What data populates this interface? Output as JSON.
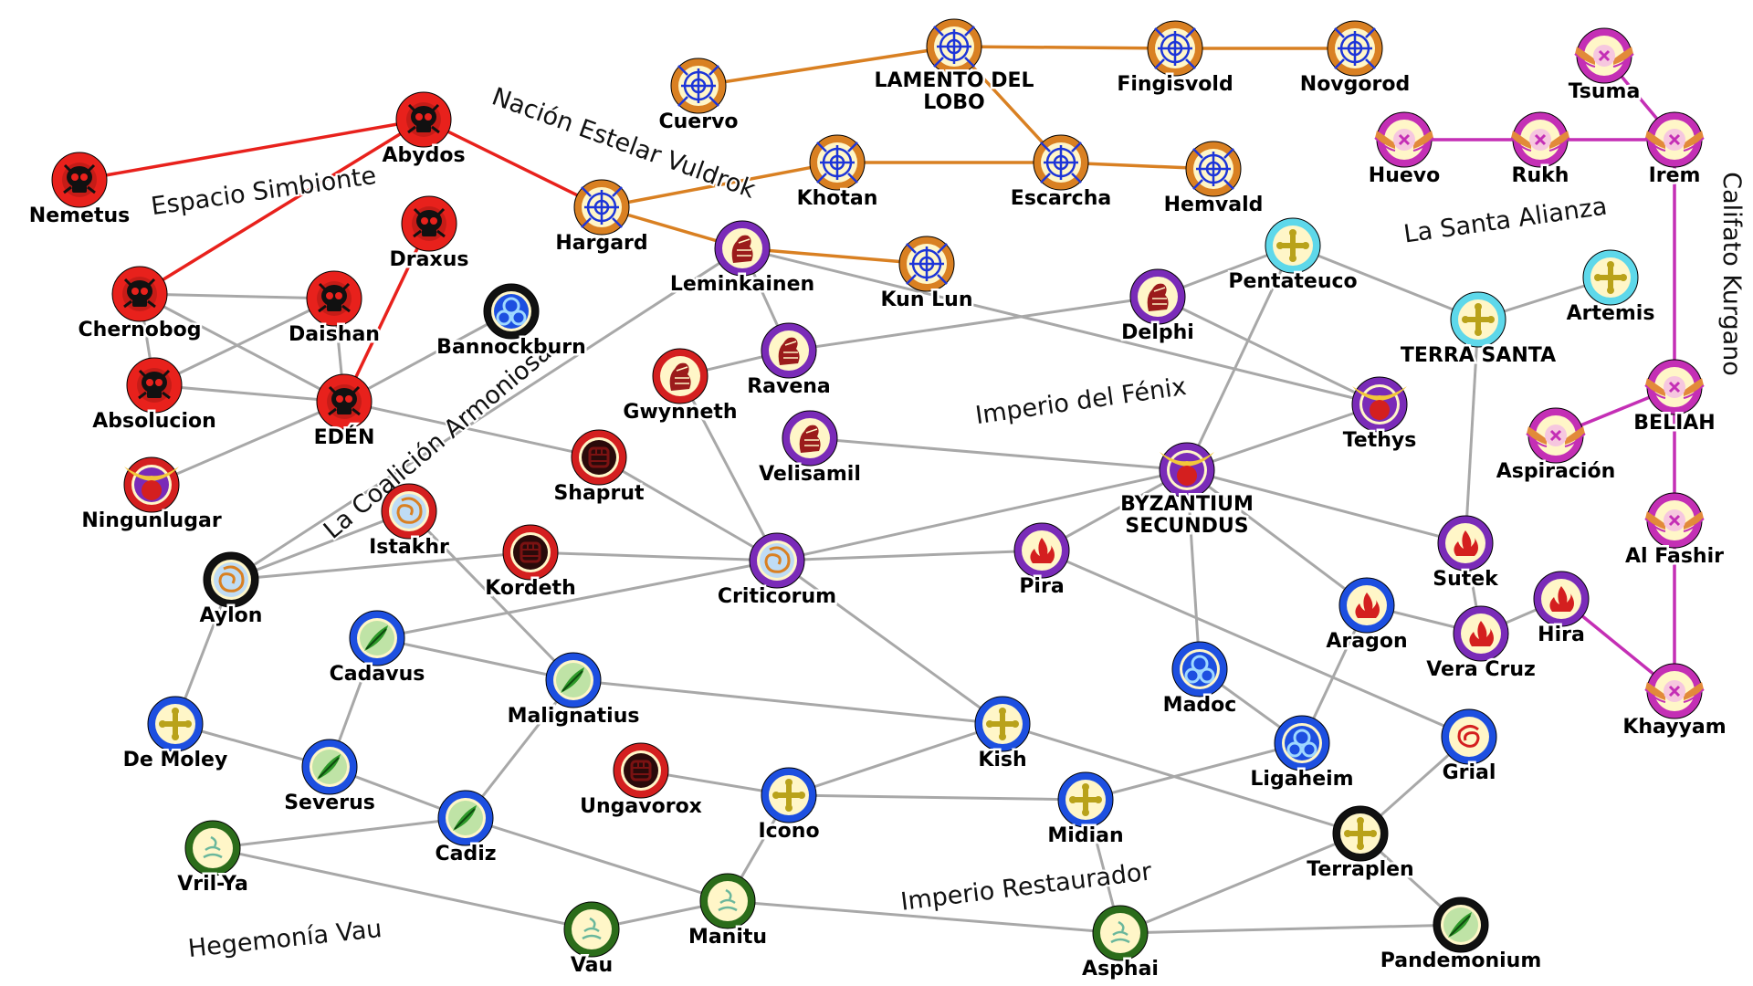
{
  "colors": {
    "simbionte": "#e8211c",
    "vuldrok": "#d98022",
    "kurgano": "#c42fb5",
    "fenix": "#7a2bb8",
    "santa_fenix": "#d41f1f",
    "coalicion": "#d41f1f",
    "vau": "#2b6c1a",
    "restaurador": "#1d4fe0",
    "terra": "#5ed8ea",
    "neutral": "#111111",
    "link": "#a8a8a8"
  },
  "factions": [
    {
      "name": "Espacio Simbionte"
    },
    {
      "name": "Nación Estelar Vuldrok"
    },
    {
      "name": "Califato Kurgano"
    },
    {
      "name": "La Santa Alianza"
    },
    {
      "name": "Imperio del Fénix"
    },
    {
      "name": "La Coalición Armoniosa"
    },
    {
      "name": "Imperio Restaurador"
    },
    {
      "name": "Hegemonía Vau"
    }
  ],
  "worlds": [
    {
      "id": "nemetus",
      "label": "Nemetus",
      "ring": "simbionte",
      "icon": "skull-icon"
    },
    {
      "id": "abydos",
      "label": "Abydos",
      "ring": "simbionte",
      "icon": "skull-icon"
    },
    {
      "id": "draxus",
      "label": "Draxus",
      "ring": "simbionte",
      "icon": "skull-icon"
    },
    {
      "id": "chernobog",
      "label": "Chernobog",
      "ring": "simbionte",
      "icon": "skull-icon"
    },
    {
      "id": "daishan",
      "label": "Daishan",
      "ring": "simbionte",
      "icon": "skull-icon"
    },
    {
      "id": "absolucion",
      "label": "Absolucion",
      "ring": "simbionte",
      "icon": "skull-icon"
    },
    {
      "id": "eden",
      "label": "EDÉN",
      "ring": "simbionte",
      "icon": "skull-icon"
    },
    {
      "id": "ningunlugar",
      "label": "Ningunlugar",
      "ring": "santa_fenix",
      "icon": "phoenix-icon"
    },
    {
      "id": "cuervo",
      "label": "Cuervo",
      "ring": "vuldrok",
      "icon": "compass-icon"
    },
    {
      "id": "lamento",
      "label": "LAMENTO DEL LOBO",
      "ring": "vuldrok",
      "icon": "compass-icon"
    },
    {
      "id": "fingisvold",
      "label": "Fingisvold",
      "ring": "vuldrok",
      "icon": "compass-icon"
    },
    {
      "id": "novgorod",
      "label": "Novgorod",
      "ring": "vuldrok",
      "icon": "compass-icon"
    },
    {
      "id": "khotan",
      "label": "Khotan",
      "ring": "vuldrok",
      "icon": "compass-icon"
    },
    {
      "id": "escarcha",
      "label": "Escarcha",
      "ring": "vuldrok",
      "icon": "compass-icon"
    },
    {
      "id": "hemvald",
      "label": "Hemvald",
      "ring": "vuldrok",
      "icon": "compass-icon"
    },
    {
      "id": "hargard",
      "label": "Hargard",
      "ring": "vuldrok",
      "icon": "compass-icon"
    },
    {
      "id": "kunlun",
      "label": "Kun Lun",
      "ring": "vuldrok",
      "icon": "compass-icon"
    },
    {
      "id": "leminkainen",
      "label": "Leminkainen",
      "ring": "fenix",
      "icon": "griffin-icon"
    },
    {
      "id": "tsuma",
      "label": "Tsuma",
      "ring": "kurgano",
      "icon": "winged-sun-icon"
    },
    {
      "id": "huevo",
      "label": "Huevo",
      "ring": "kurgano",
      "icon": "winged-sun-icon"
    },
    {
      "id": "rukh",
      "label": "Rukh",
      "ring": "kurgano",
      "icon": "winged-sun-icon"
    },
    {
      "id": "irem",
      "label": "Irem",
      "ring": "kurgano",
      "icon": "winged-sun-icon"
    },
    {
      "id": "beliah",
      "label": "BELIAH",
      "ring": "kurgano",
      "icon": "winged-sun-icon"
    },
    {
      "id": "aspiracion",
      "label": "Aspiración",
      "ring": "kurgano",
      "icon": "winged-sun-icon"
    },
    {
      "id": "alfashir",
      "label": "Al Fashir",
      "ring": "kurgano",
      "icon": "winged-sun-icon"
    },
    {
      "id": "khayyam",
      "label": "Khayyam",
      "ring": "kurgano",
      "icon": "winged-sun-icon"
    },
    {
      "id": "pentateuco",
      "label": "Pentateuco",
      "ring": "terra",
      "icon": "cross-icon"
    },
    {
      "id": "terrasanta",
      "label": "TERRA SANTA",
      "ring": "terra",
      "icon": "cross-icon"
    },
    {
      "id": "artemis",
      "label": "Artemis",
      "ring": "terra",
      "icon": "cross-icon"
    },
    {
      "id": "delphi",
      "label": "Delphi",
      "ring": "fenix",
      "icon": "griffin-icon"
    },
    {
      "id": "tethys",
      "label": "Tethys",
      "ring": "fenix",
      "icon": "phoenix-icon"
    },
    {
      "id": "bannockburn",
      "label": "Bannockburn",
      "ring": "neutral",
      "icon": "spiral-icon"
    },
    {
      "id": "gwynneth",
      "label": "Gwynneth",
      "ring": "santa_fenix",
      "icon": "griffin-icon"
    },
    {
      "id": "ravena",
      "label": "Ravena",
      "ring": "fenix",
      "icon": "griffin-icon"
    },
    {
      "id": "velisamil",
      "label": "Velisamil",
      "ring": "fenix",
      "icon": "griffin-icon"
    },
    {
      "id": "byzantium",
      "label": "BYZANTIUM SECUNDUS",
      "ring": "fenix",
      "icon": "phoenix-icon"
    },
    {
      "id": "shaprut",
      "label": "Shaprut",
      "ring": "coalicion",
      "icon": "fist-icon"
    },
    {
      "id": "istakhr",
      "label": "Istakhr",
      "ring": "coalicion",
      "icon": "sun-icon"
    },
    {
      "id": "kordeth",
      "label": "Kordeth",
      "ring": "coalicion",
      "icon": "fist-icon"
    },
    {
      "id": "criticorum",
      "label": "Criticorum",
      "ring": "fenix",
      "icon": "sun-icon"
    },
    {
      "id": "pira",
      "label": "Pira",
      "ring": "fenix",
      "icon": "flame-icon"
    },
    {
      "id": "sutek",
      "label": "Sutek",
      "ring": "fenix",
      "icon": "flame-icon"
    },
    {
      "id": "aragon",
      "label": "Aragon",
      "ring": "restaurador",
      "icon": "flame-icon"
    },
    {
      "id": "veracruz",
      "label": "Vera Cruz",
      "ring": "fenix",
      "icon": "flame-icon"
    },
    {
      "id": "hira",
      "label": "Hira",
      "ring": "fenix",
      "icon": "flame-icon"
    },
    {
      "id": "aylon",
      "label": "Aylon",
      "ring": "neutral",
      "icon": "sun-icon"
    },
    {
      "id": "cadavus",
      "label": "Cadavus",
      "ring": "restaurador",
      "icon": "leaf-icon"
    },
    {
      "id": "malignatius",
      "label": "Malignatius",
      "ring": "restaurador",
      "icon": "leaf-icon"
    },
    {
      "id": "demoley",
      "label": "De Moley",
      "ring": "restaurador",
      "icon": "cross-icon"
    },
    {
      "id": "severus",
      "label": "Severus",
      "ring": "restaurador",
      "icon": "leaf-icon"
    },
    {
      "id": "madoc",
      "label": "Madoc",
      "ring": "restaurador",
      "icon": "spiral-icon"
    },
    {
      "id": "ligaheim",
      "label": "Ligaheim",
      "ring": "restaurador",
      "icon": "spiral-icon"
    },
    {
      "id": "grial",
      "label": "Grial",
      "ring": "restaurador",
      "icon": "swirl-icon"
    },
    {
      "id": "kish",
      "label": "Kish",
      "ring": "restaurador",
      "icon": "cross-icon"
    },
    {
      "id": "ungavorox",
      "label": "Ungavorox",
      "ring": "coalicion",
      "icon": "fist-icon"
    },
    {
      "id": "icono",
      "label": "Icono",
      "ring": "restaurador",
      "icon": "cross-icon"
    },
    {
      "id": "midian",
      "label": "Midian",
      "ring": "restaurador",
      "icon": "cross-icon"
    },
    {
      "id": "cadiz",
      "label": "Cadiz",
      "ring": "restaurador",
      "icon": "leaf-icon"
    },
    {
      "id": "vrilya",
      "label": "Vril-Ya",
      "ring": "vau",
      "icon": "vau-icon"
    },
    {
      "id": "terraplen",
      "label": "Terraplen",
      "ring": "neutral",
      "icon": "cross-icon"
    },
    {
      "id": "vau",
      "label": "Vau",
      "ring": "vau",
      "icon": "vau-icon"
    },
    {
      "id": "manitu",
      "label": "Manitu",
      "ring": "vau",
      "icon": "vau-icon"
    },
    {
      "id": "asphai",
      "label": "Asphai",
      "ring": "vau",
      "icon": "vau-icon"
    },
    {
      "id": "pandemonium",
      "label": "Pandemonium",
      "ring": "neutral",
      "icon": "leaf-icon"
    }
  ],
  "links": [
    [
      "nemetus",
      "abydos",
      "simbionte"
    ],
    [
      "abydos",
      "chernobog",
      "simbionte"
    ],
    [
      "abydos",
      "hargard",
      "simbionte"
    ],
    [
      "draxus",
      "eden",
      "simbionte"
    ],
    [
      "cuervo",
      "lamento",
      "vuldrok"
    ],
    [
      "lamento",
      "fingisvold",
      "vuldrok"
    ],
    [
      "fingisvold",
      "novgorod",
      "vuldrok"
    ],
    [
      "lamento",
      "escarcha",
      "vuldrok"
    ],
    [
      "escarcha",
      "hemvald",
      "vuldrok"
    ],
    [
      "khotan",
      "escarcha",
      "vuldrok"
    ],
    [
      "hargard",
      "khotan",
      "vuldrok"
    ],
    [
      "hargard",
      "leminkainen",
      "vuldrok"
    ],
    [
      "leminkainen",
      "kunlun",
      "vuldrok"
    ],
    [
      "tsuma",
      "irem",
      "kurgano"
    ],
    [
      "huevo",
      "rukh",
      "kurgano"
    ],
    [
      "rukh",
      "irem",
      "kurgano"
    ],
    [
      "irem",
      "beliah",
      "kurgano"
    ],
    [
      "beliah",
      "aspiracion",
      "kurgano"
    ],
    [
      "beliah",
      "alfashir",
      "kurgano"
    ],
    [
      "alfashir",
      "khayyam",
      "kurgano"
    ],
    [
      "hira",
      "khayyam",
      "kurgano"
    ],
    [
      "chernobog",
      "daishan",
      "link"
    ],
    [
      "chernobog",
      "absolucion",
      "link"
    ],
    [
      "chernobog",
      "eden",
      "link"
    ],
    [
      "daishan",
      "absolucion",
      "link"
    ],
    [
      "daishan",
      "eden",
      "link"
    ],
    [
      "absolucion",
      "eden",
      "link"
    ],
    [
      "eden",
      "ningunlugar",
      "link"
    ],
    [
      "eden",
      "bannockburn",
      "link"
    ],
    [
      "eden",
      "shaprut",
      "link"
    ],
    [
      "leminkainen",
      "aylon",
      "link"
    ],
    [
      "leminkainen",
      "ravena",
      "link"
    ],
    [
      "leminkainen",
      "tethys",
      "link"
    ],
    [
      "gwynneth",
      "ravena",
      "link"
    ],
    [
      "gwynneth",
      "criticorum",
      "link"
    ],
    [
      "ravena",
      "delphi",
      "link"
    ],
    [
      "delphi",
      "pentateuco",
      "link"
    ],
    [
      "delphi",
      "tethys",
      "link"
    ],
    [
      "pentateuco",
      "terrasanta",
      "link"
    ],
    [
      "pentateuco",
      "byzantium",
      "link"
    ],
    [
      "terrasanta",
      "artemis",
      "link"
    ],
    [
      "terrasanta",
      "sutek",
      "link"
    ],
    [
      "tethys",
      "byzantium",
      "link"
    ],
    [
      "velisamil",
      "byzantium",
      "link"
    ],
    [
      "byzantium",
      "criticorum",
      "link"
    ],
    [
      "byzantium",
      "pira",
      "link"
    ],
    [
      "byzantium",
      "sutek",
      "link"
    ],
    [
      "byzantium",
      "aragon",
      "link"
    ],
    [
      "byzantium",
      "madoc",
      "link"
    ],
    [
      "shaprut",
      "criticorum",
      "link"
    ],
    [
      "istakhr",
      "malignatius",
      "link"
    ],
    [
      "aylon",
      "istakhr",
      "link"
    ],
    [
      "aylon",
      "kordeth",
      "link"
    ],
    [
      "aylon",
      "demoley",
      "link"
    ],
    [
      "kordeth",
      "criticorum",
      "link"
    ],
    [
      "criticorum",
      "pira",
      "link"
    ],
    [
      "criticorum",
      "kish",
      "link"
    ],
    [
      "criticorum",
      "cadavus",
      "link"
    ],
    [
      "pira",
      "grial",
      "link"
    ],
    [
      "aragon",
      "veracruz",
      "link"
    ],
    [
      "aragon",
      "ligaheim",
      "link"
    ],
    [
      "sutek",
      "veracruz",
      "link"
    ],
    [
      "veracruz",
      "hira",
      "link"
    ],
    [
      "madoc",
      "ligaheim",
      "link"
    ],
    [
      "ligaheim",
      "midian",
      "link"
    ],
    [
      "grial",
      "terraplen",
      "link"
    ],
    [
      "cadavus",
      "malignatius",
      "link"
    ],
    [
      "cadavus",
      "severus",
      "link"
    ],
    [
      "malignatius",
      "kish",
      "link"
    ],
    [
      "malignatius",
      "cadiz",
      "link"
    ],
    [
      "demoley",
      "severus",
      "link"
    ],
    [
      "severus",
      "cadiz",
      "link"
    ],
    [
      "kish",
      "icono",
      "link"
    ],
    [
      "kish",
      "terraplen",
      "link"
    ],
    [
      "ungavorox",
      "icono",
      "link"
    ],
    [
      "icono",
      "midian",
      "link"
    ],
    [
      "icono",
      "manitu",
      "link"
    ],
    [
      "midian",
      "asphai",
      "link"
    ],
    [
      "cadiz",
      "vrilya",
      "link"
    ],
    [
      "cadiz",
      "manitu",
      "link"
    ],
    [
      "vrilya",
      "vau",
      "link"
    ],
    [
      "vau",
      "manitu",
      "link"
    ],
    [
      "manitu",
      "asphai",
      "link"
    ],
    [
      "asphai",
      "terraplen",
      "link"
    ],
    [
      "terraplen",
      "pandemonium",
      "link"
    ],
    [
      "asphai",
      "pandemonium",
      "link"
    ]
  ]
}
